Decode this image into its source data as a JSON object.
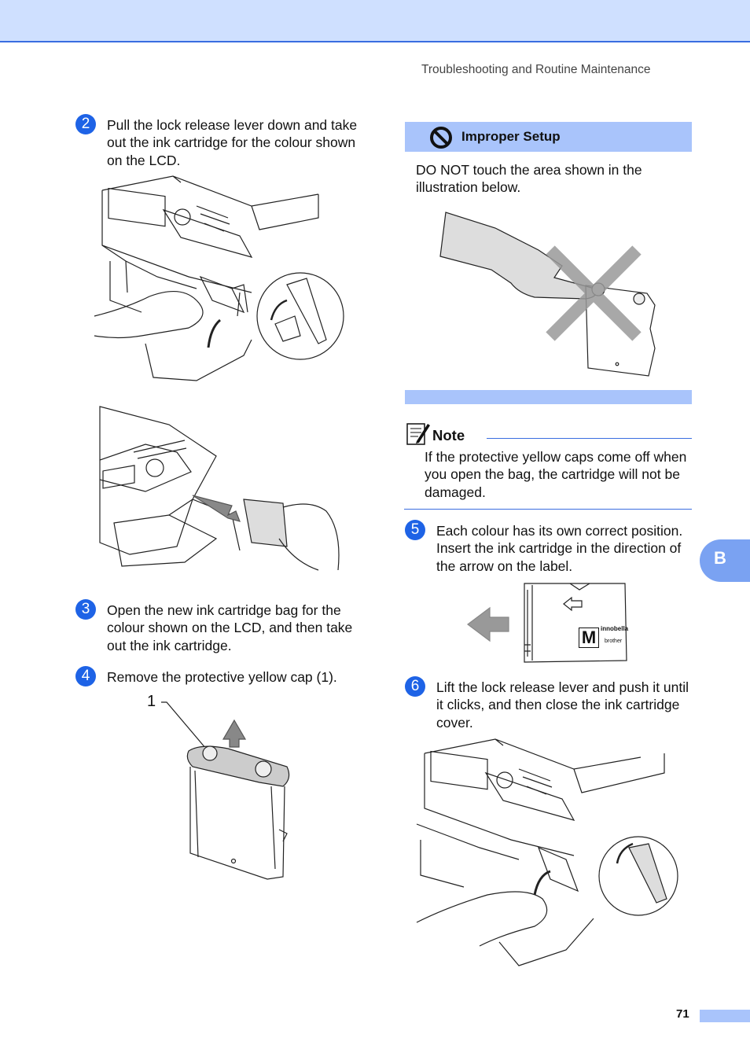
{
  "header": {
    "running_title": "Troubleshooting and Routine Maintenance"
  },
  "steps": [
    {
      "number": "2",
      "text": "Pull the lock release lever down and take out the ink cartridge for the colour shown on the LCD."
    },
    {
      "number": "3",
      "text": "Open the new ink cartridge bag for the colour shown on the LCD, and then take out the ink cartridge."
    },
    {
      "number": "4",
      "text": "Remove the protective yellow cap (1)."
    },
    {
      "number": "5",
      "text": "Each colour has its own correct position. Insert the ink cartridge in the direction of the arrow on the label."
    },
    {
      "number": "6",
      "text": "Lift the lock release lever and push it until it clicks, and then close the ink cartridge cover."
    }
  ],
  "callout": "1",
  "cartridge_label": {
    "letter": "M",
    "brand_line1": "innobella",
    "brand_line2": "brother"
  },
  "warning": {
    "title": "Improper Setup",
    "text": "DO NOT touch the area shown in the illustration below.",
    "icon": "prohibited-icon"
  },
  "note": {
    "title": "Note",
    "text": "If the protective yellow caps come off when you open the bag, the cartridge will not be damaged.",
    "icon": "note-pencil-icon"
  },
  "side_tab": "B",
  "page_number": "71",
  "colors": {
    "accent": "#1e63e6",
    "band": "#a9c4fb",
    "header": "#cfe0ff",
    "tab": "#7aa2f2"
  }
}
